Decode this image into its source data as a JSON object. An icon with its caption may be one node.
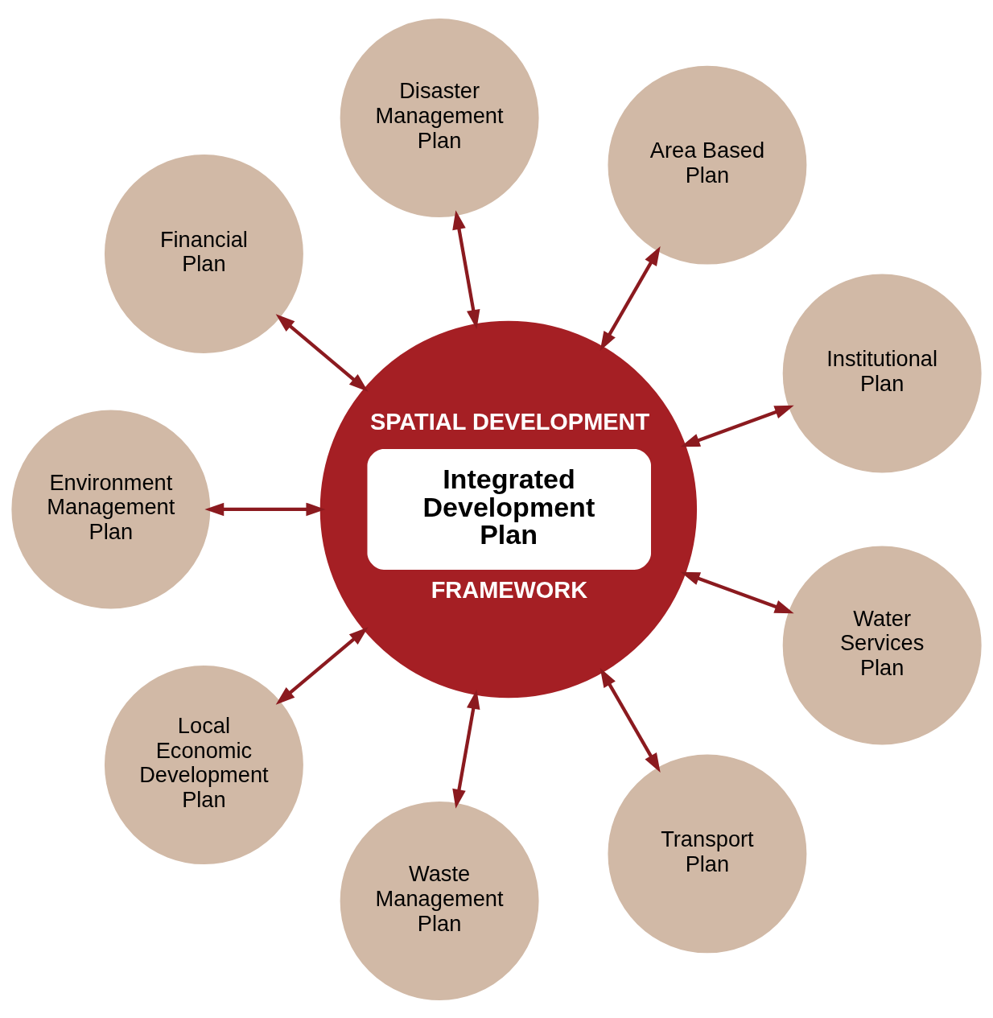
{
  "diagram": {
    "nodes": [
      {
        "text": [
          "SPATIAL DEVELOPMENT FRAMEWORK",
          "Integrated Development Plan"
        ]
      },
      {
        "text": [
          "Institutional Plan"
        ]
      },
      {
        "text": [
          "Area Based Plan"
        ]
      },
      {
        "text": [
          "Disaster Management Plan"
        ]
      },
      {
        "text": [
          "Financial Plan"
        ]
      },
      {
        "text": [
          "Environment Management Plan"
        ]
      },
      {
        "text": [
          "Local Economic Development Plan"
        ]
      },
      {
        "text": [
          "Waste Management Plan"
        ]
      },
      {
        "text": [
          "Transport Plan"
        ]
      },
      {
        "text": [
          "Water Services Plan"
        ]
      }
    ],
    "edges": [
      {
        "from": 0,
        "to": 1,
        "arrow": "both"
      },
      {
        "from": 0,
        "to": 3,
        "arrow": "both"
      },
      {
        "from": 0,
        "to": 5,
        "arrow": "both"
      },
      {
        "from": 0,
        "to": 7,
        "arrow": "both"
      },
      {
        "from": 0,
        "to": 9,
        "arrow": "both"
      },
      {
        "from": 0,
        "to": 8,
        "arrow": "both"
      },
      {
        "from": 0,
        "to": 6,
        "arrow": "both"
      },
      {
        "from": 0,
        "to": 4,
        "arrow": "both"
      },
      {
        "from": 0,
        "to": 2,
        "arrow": "both"
      }
    ]
  }
}
